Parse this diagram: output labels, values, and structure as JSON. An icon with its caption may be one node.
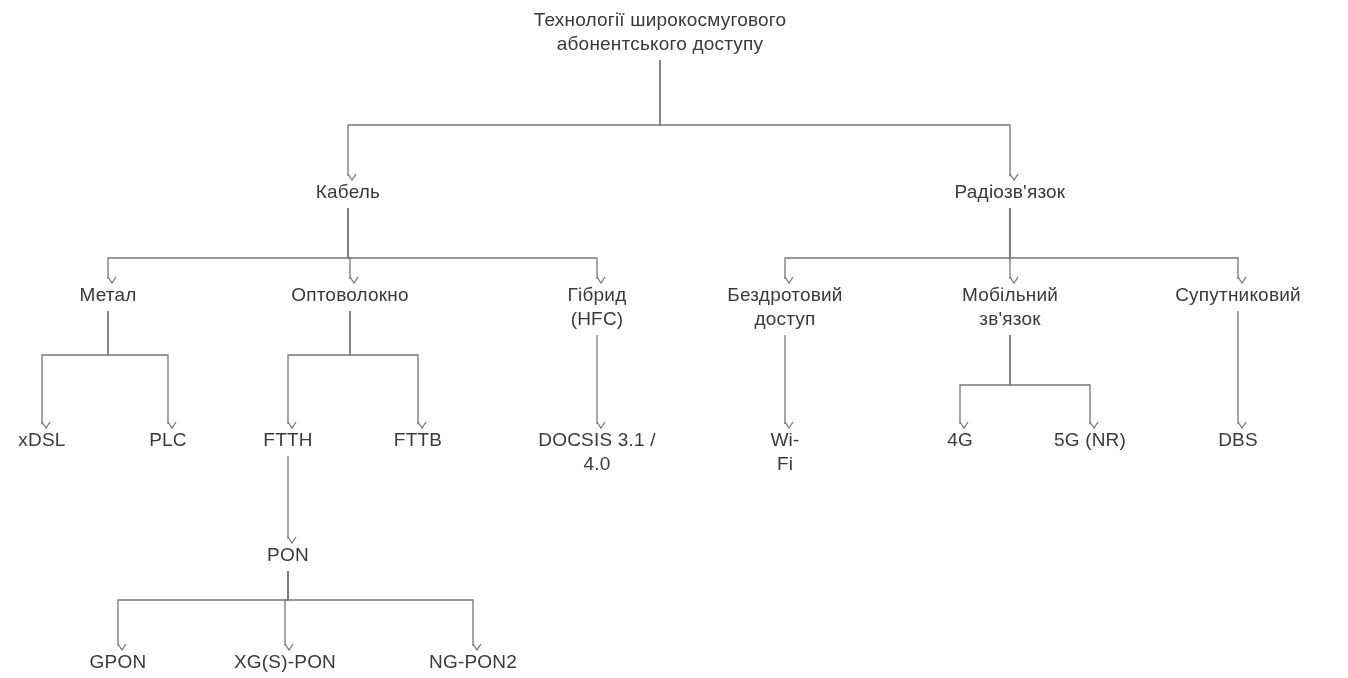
{
  "diagram": {
    "nodes": [
      {
        "text": [
          "Технології широкосмугового абонентського доступу"
        ]
      },
      {
        "text": [
          "Кабель"
        ]
      },
      {
        "text": [
          "Радіозв'язок"
        ]
      },
      {
        "text": [
          "Метал"
        ]
      },
      {
        "text": [
          "Оптоволокно"
        ]
      },
      {
        "text": [
          "Гібрид (HFC)"
        ]
      },
      {
        "text": [
          "Бездротовий доступ"
        ]
      },
      {
        "text": [
          "Мобільний зв'язок"
        ]
      },
      {
        "text": [
          "Супутниковий"
        ]
      },
      {
        "text": [
          "xDSL"
        ]
      },
      {
        "text": [
          "PLC"
        ]
      },
      {
        "text": [
          "FTTH"
        ]
      },
      {
        "text": [
          "FTTB"
        ]
      },
      {
        "text": [
          "DOCSIS 3.1 / 4.0"
        ]
      },
      {
        "text": [
          "Wi-Fi"
        ]
      },
      {
        "text": [
          "4G"
        ]
      },
      {
        "text": [
          "5G (NR)"
        ]
      },
      {
        "text": [
          "DBS"
        ]
      },
      {
        "text": [
          "PON"
        ]
      },
      {
        "text": [
          "GPON"
        ]
      },
      {
        "text": [
          "XG(S)-PON"
        ]
      },
      {
        "text": [
          "NG-PON2"
        ]
      }
    ],
    "edges": [
      {
        "from": 0,
        "to": 1,
        "arrow": "to"
      },
      {
        "from": 0,
        "to": 2,
        "arrow": "to"
      },
      {
        "from": 1,
        "to": 3,
        "arrow": "to"
      },
      {
        "from": 1,
        "to": 4,
        "arrow": "to"
      },
      {
        "from": 1,
        "to": 5,
        "arrow": "to"
      },
      {
        "from": 2,
        "to": 6,
        "arrow": "to"
      },
      {
        "from": 2,
        "to": 7,
        "arrow": "to"
      },
      {
        "from": 2,
        "to": 8,
        "arrow": "to"
      },
      {
        "from": 3,
        "to": 9,
        "arrow": "to"
      },
      {
        "from": 3,
        "to": 10,
        "arrow": "to"
      },
      {
        "from": 4,
        "to": 11,
        "arrow": "to"
      },
      {
        "from": 4,
        "to": 12,
        "arrow": "to"
      },
      {
        "from": 5,
        "to": 13,
        "arrow": "to"
      },
      {
        "from": 6,
        "to": 14,
        "arrow": "to"
      },
      {
        "from": 7,
        "to": 15,
        "arrow": "to"
      },
      {
        "from": 7,
        "to": 16,
        "arrow": "to"
      },
      {
        "from": 8,
        "to": 17,
        "arrow": "to"
      },
      {
        "from": 11,
        "to": 18,
        "arrow": "to"
      },
      {
        "from": 18,
        "to": 19,
        "arrow": "to"
      },
      {
        "from": 18,
        "to": 20,
        "arrow": "to"
      },
      {
        "from": 18,
        "to": 21,
        "arrow": "to"
      }
    ]
  }
}
